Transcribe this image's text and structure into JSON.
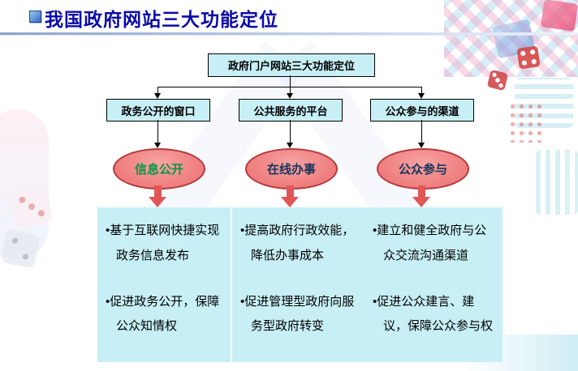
{
  "colors": {
    "title_blue": "#0a0aa8",
    "box_fill_cyan": "#c7eff5",
    "ellipse_fill": "#ef7d7d",
    "ellipse_border": "#b23a3a",
    "red_arrow": "#e05656",
    "connector_black": "#000000"
  },
  "slide": {
    "title": "我国政府网站三大功能定位"
  },
  "diagram": {
    "root_label": "政府门户网站三大功能定位",
    "branches": [
      {
        "header": "政务公开的窗口",
        "stage": "信息公开",
        "stage_color": "#009a44",
        "bullets": [
          "•基于互联网快捷实现政务信息发布",
          "•促进政务公开，保障公众知情权"
        ]
      },
      {
        "header": "公共服务的平台",
        "stage": "在线办事",
        "stage_color": "#16365c",
        "bullets": [
          "•提高政府行政效能，降低办事成本",
          "•促进管理型政府向服务型政府转变"
        ]
      },
      {
        "header": "公众参与的渠道",
        "stage": "公众参与",
        "stage_color": "#16365c",
        "bullets": [
          "•建立和健全政府与公众交流沟通渠道",
          "•促进公众建言、建议，保障公众参与权"
        ]
      }
    ]
  }
}
